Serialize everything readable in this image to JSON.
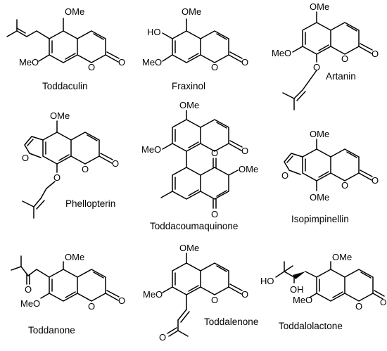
{
  "compounds": [
    {
      "name": "Toddaculin",
      "labels": [
        "OMe",
        "MeO",
        "O",
        "O"
      ]
    },
    {
      "name": "Fraxinol",
      "labels": [
        "OMe",
        "HO",
        "MeO",
        "O",
        "O"
      ]
    },
    {
      "name": "Artanin",
      "labels": [
        "OMe",
        "MeO",
        "O",
        "O",
        "O"
      ]
    },
    {
      "name": "Phellopterin",
      "labels": [
        "OMe",
        "O",
        "O",
        "O",
        "O"
      ]
    },
    {
      "name": "Toddacoumaquinone",
      "labels": [
        "OMe",
        "MeO",
        "O",
        "O",
        "O",
        "OMe",
        "O"
      ]
    },
    {
      "name": "Isopimpinellin",
      "labels": [
        "OMe",
        "O",
        "O",
        "O",
        "OMe"
      ]
    },
    {
      "name": "Toddanone",
      "labels": [
        "OMe",
        "O",
        "MeO",
        "O",
        "O"
      ]
    },
    {
      "name": "Toddalenone",
      "labels": [
        "OMe",
        "MeO",
        "O",
        "O",
        "O"
      ]
    },
    {
      "name": "Toddalolactone",
      "labels": [
        "OMe",
        "HO",
        "OH",
        "MeO",
        "O",
        "O"
      ]
    }
  ]
}
